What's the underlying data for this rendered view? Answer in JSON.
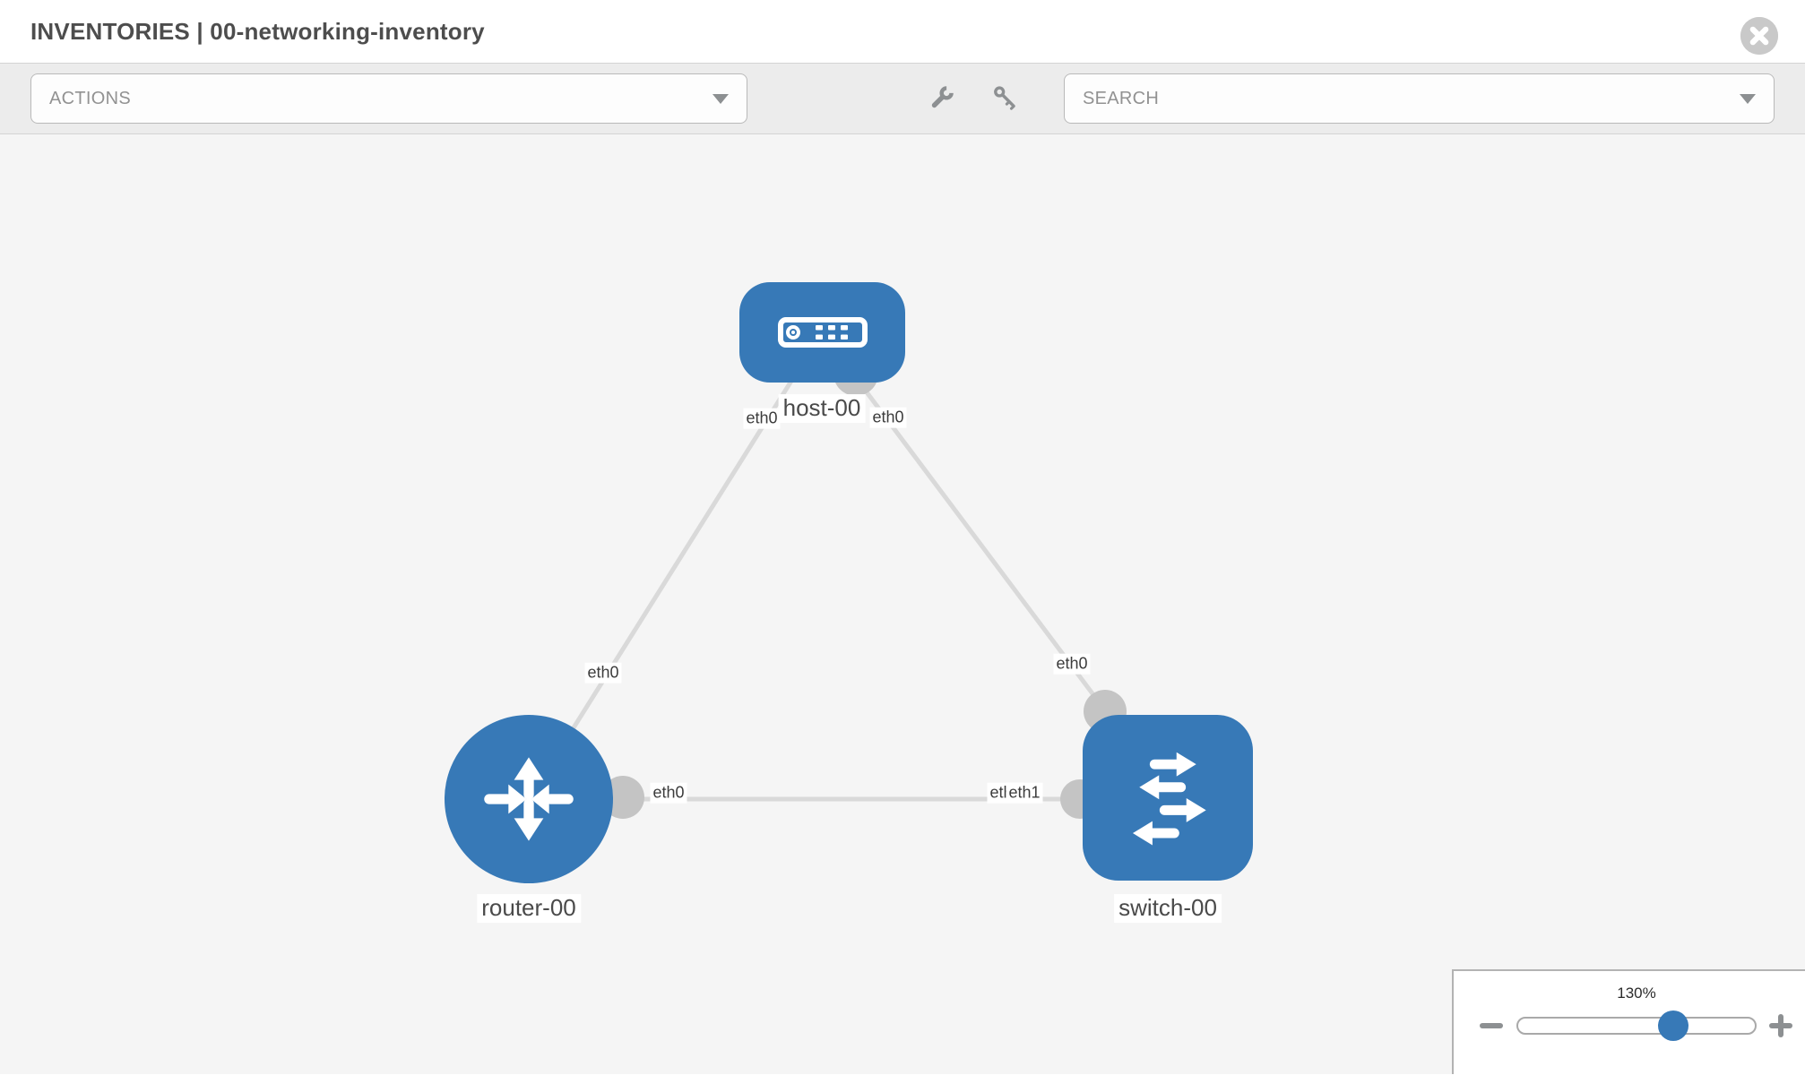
{
  "header": {
    "title": "INVENTORIES | 00-networking-inventory"
  },
  "toolbar": {
    "actions_dropdown": {
      "value": "ACTIONS"
    },
    "search_dropdown": {
      "value": "SEARCH"
    },
    "icons": [
      "wrench-icon",
      "key-icon"
    ]
  },
  "topology": {
    "nodes": [
      {
        "label": "host-00",
        "type": "host"
      },
      {
        "label": "router-00",
        "type": "router"
      },
      {
        "label": "switch-00",
        "type": "switch"
      }
    ],
    "links": [
      {
        "source": "host-00",
        "target": "router-00",
        "source_interface": "eth0",
        "target_interface": "eth0"
      },
      {
        "source": "host-00",
        "target": "switch-00",
        "source_interface": "eth0",
        "target_interface": "eth0"
      },
      {
        "source": "router-00",
        "target": "switch-00",
        "source_interface": "eth0",
        "target_interface": "eth1",
        "target_interface_overlapped": "eth0"
      }
    ]
  },
  "zoom_control": {
    "level": "130%"
  },
  "colors": {
    "node_blue": "#3779b7",
    "link_gray": "#d9d9d9",
    "port_gray": "#c4c4c4",
    "toolbar_bg": "#ececec",
    "canvas_bg": "#f5f5f5",
    "icon_gray": "#8d9092"
  }
}
